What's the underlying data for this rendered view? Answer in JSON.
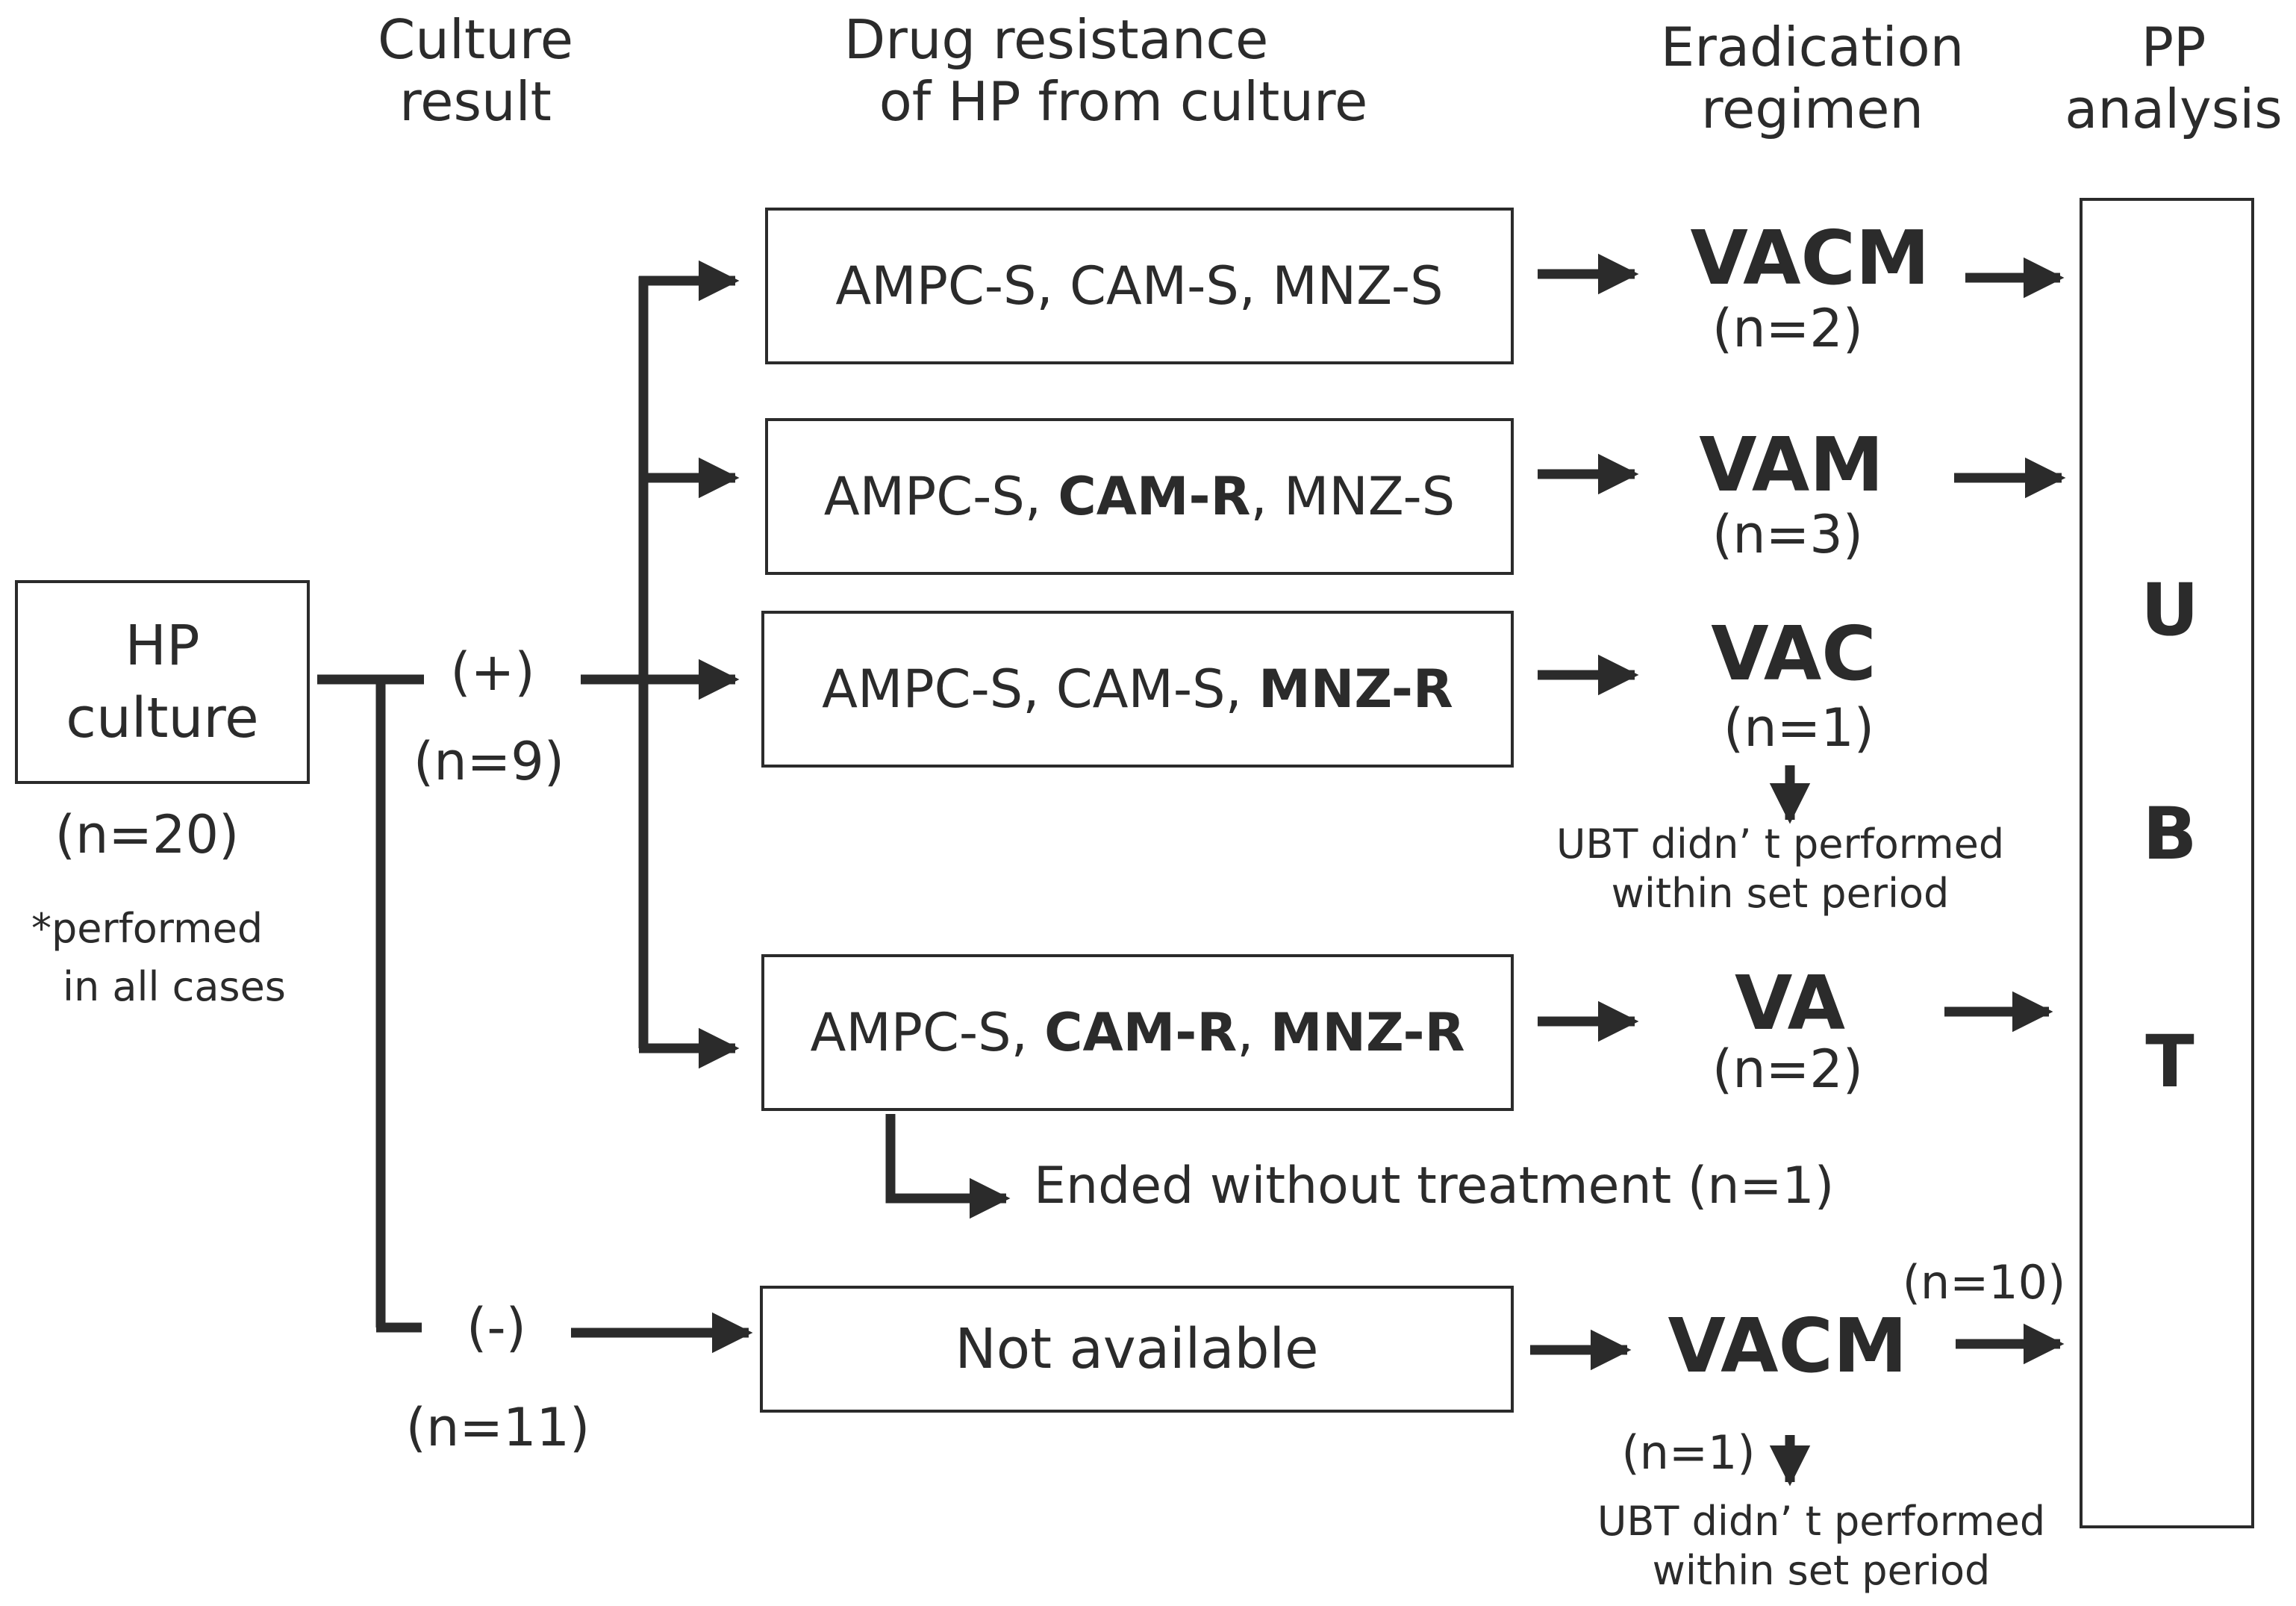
{
  "headers": {
    "culture_result": [
      "Culture",
      "result"
    ],
    "drug_resistance": [
      "Drug resistance",
      "of HP from culture"
    ],
    "eradication_regimen": [
      "Eradication",
      "regimen"
    ],
    "pp_analysis": [
      "PP",
      "analysis"
    ]
  },
  "hp_culture": {
    "lines": [
      "HP",
      "culture"
    ],
    "n": "(n=20)",
    "footnote": [
      "*performed",
      "in all cases"
    ]
  },
  "culture_positive": {
    "label": "(+)",
    "n": "(n=9)"
  },
  "culture_negative": {
    "label": "(-)",
    "n": "(n=11)"
  },
  "rows": [
    {
      "drugs": [
        {
          "text": "AMPC-S",
          "bold": false
        },
        {
          "text": "CAM-S",
          "bold": false
        },
        {
          "text": "MNZ-S",
          "bold": false
        }
      ],
      "regimen": "VACM",
      "n": "(n=2)"
    },
    {
      "drugs": [
        {
          "text": "AMPC-S",
          "bold": false
        },
        {
          "text": "CAM-R",
          "bold": true
        },
        {
          "text": "MNZ-S",
          "bold": false
        }
      ],
      "regimen": "VAM",
      "n": "(n=3)"
    },
    {
      "drugs": [
        {
          "text": "AMPC-S",
          "bold": false
        },
        {
          "text": "CAM-S",
          "bold": false
        },
        {
          "text": "MNZ-R",
          "bold": true
        }
      ],
      "regimen": "VAC",
      "n": "(n=1)",
      "note": [
        "UBT didn’ t performed",
        "within set period"
      ]
    },
    {
      "drugs": [
        {
          "text": "AMPC-S",
          "bold": false
        },
        {
          "text": "CAM-R",
          "bold": true
        },
        {
          "text": "MNZ-R",
          "bold": true
        }
      ],
      "regimen": "VA",
      "n": "(n=2)",
      "ended": "Ended without treatment (n=1)"
    }
  ],
  "not_available": {
    "label": "Not available",
    "regimen": "VACM",
    "n_top": "(n=10)",
    "n_side": "(n=1)",
    "note": [
      "UBT didn’ t performed",
      "within set period"
    ]
  },
  "ubt": {
    "letters": [
      "U",
      "B",
      "T"
    ]
  },
  "colors": {
    "ink": "#2b2b2b",
    "background": "#ffffff"
  }
}
